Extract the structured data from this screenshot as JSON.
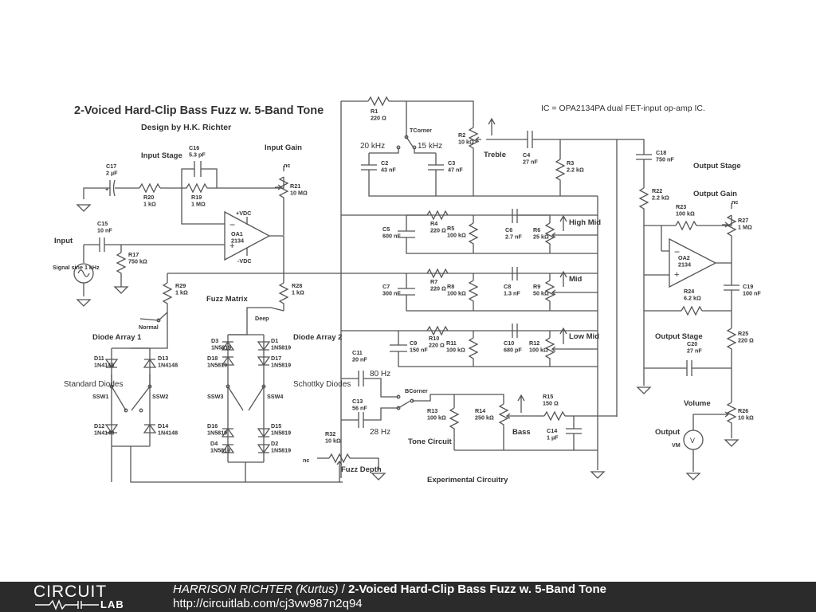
{
  "title": "2-Voiced Hard-Clip Bass Fuzz w. 5-Band Tone",
  "subtitle": "Design by H.K. Richter",
  "ic_note": "IC = OPA2134PA dual FET-input op-amp IC.",
  "sections": {
    "input_stage": "Input Stage",
    "input": "Input",
    "input_gain": "Input Gain",
    "fuzz_matrix": "Fuzz Matrix",
    "normal": "Normal",
    "deep": "Deep",
    "diode_array_1": "Diode Array 1",
    "diode_array_2": "Diode Array 2",
    "standard_diodes": "Standard Diodes",
    "schottky_diodes": "Schottky Diodes",
    "fuzz_depth": "Fuzz Depth",
    "treble": "Treble",
    "tcorner": "TCorner",
    "f20k": "20 kHz",
    "f15k": "15 kHz",
    "high_mid": "High Mid",
    "mid": "Mid",
    "low_mid": "Low Mid",
    "bcorner": "BCorner",
    "f80": "80 Hz",
    "f28": "28 Hz",
    "tone_circuit": "Tone Circuit",
    "bass": "Bass",
    "experimental": "Experimental Circuitry",
    "output_stage": "Output Stage",
    "output_gain": "Output Gain",
    "output_stage2": "Output Stage",
    "volume": "Volume",
    "output": "Output",
    "nc": "nc",
    "pvdc": "+VDC",
    "nvdc": "-VDC",
    "signal": "Signal sine 1 kHz",
    "vm": "VM"
  },
  "components": [
    {
      "ref": "C17",
      "value": "2 µF"
    },
    {
      "ref": "R20",
      "value": "1 kΩ"
    },
    {
      "ref": "C16",
      "value": "5.3 pF"
    },
    {
      "ref": "R19",
      "value": "1 MΩ"
    },
    {
      "ref": "R21",
      "value": "10 MΩ"
    },
    {
      "ref": "C15",
      "value": "10 nF"
    },
    {
      "ref": "R17",
      "value": "750 kΩ"
    },
    {
      "ref": "OA1",
      "value": "2134"
    },
    {
      "ref": "R29",
      "value": "1 kΩ"
    },
    {
      "ref": "R28",
      "value": "1 kΩ"
    },
    {
      "ref": "SSW1",
      "value": ""
    },
    {
      "ref": "SSW2",
      "value": ""
    },
    {
      "ref": "SSW3",
      "value": ""
    },
    {
      "ref": "SSW4",
      "value": ""
    },
    {
      "ref": "D11",
      "value": "1N4148"
    },
    {
      "ref": "D13",
      "value": "1N4148"
    },
    {
      "ref": "D12",
      "value": "1N4148"
    },
    {
      "ref": "D14",
      "value": "1N4148"
    },
    {
      "ref": "D3",
      "value": "1N5819"
    },
    {
      "ref": "D18",
      "value": "1N5819"
    },
    {
      "ref": "D16",
      "value": "1N5819"
    },
    {
      "ref": "D4",
      "value": "1N5819"
    },
    {
      "ref": "D1",
      "value": "1N5819"
    },
    {
      "ref": "D17",
      "value": "1N5819"
    },
    {
      "ref": "D15",
      "value": "1N5819"
    },
    {
      "ref": "D2",
      "value": "1N5819"
    },
    {
      "ref": "R32",
      "value": "10 kΩ"
    },
    {
      "ref": "R1",
      "value": "220 Ω"
    },
    {
      "ref": "C2",
      "value": "43 nF"
    },
    {
      "ref": "C3",
      "value": "47 nF"
    },
    {
      "ref": "R2",
      "value": "10 kΩ"
    },
    {
      "ref": "C4",
      "value": "27 nF"
    },
    {
      "ref": "R3",
      "value": "2.2 kΩ"
    },
    {
      "ref": "C5",
      "value": "600 nF"
    },
    {
      "ref": "R4",
      "value": "220 Ω"
    },
    {
      "ref": "R5",
      "value": "100 kΩ"
    },
    {
      "ref": "C6",
      "value": "2.7 nF"
    },
    {
      "ref": "R6",
      "value": "25 kΩ"
    },
    {
      "ref": "C7",
      "value": "300 nF"
    },
    {
      "ref": "R7",
      "value": "220 Ω"
    },
    {
      "ref": "R8",
      "value": "100 kΩ"
    },
    {
      "ref": "C8",
      "value": "1.3 nF"
    },
    {
      "ref": "R9",
      "value": "50 kΩ"
    },
    {
      "ref": "C9",
      "value": "150 nF"
    },
    {
      "ref": "R10",
      "value": "220 Ω"
    },
    {
      "ref": "R11",
      "value": "100 kΩ"
    },
    {
      "ref": "C10",
      "value": "680 pF"
    },
    {
      "ref": "R12",
      "value": "100 kΩ"
    },
    {
      "ref": "C11",
      "value": "20 nF"
    },
    {
      "ref": "C13",
      "value": "56 nF"
    },
    {
      "ref": "R13",
      "value": "100 kΩ"
    },
    {
      "ref": "R14",
      "value": "250 kΩ"
    },
    {
      "ref": "R15",
      "value": "150 Ω"
    },
    {
      "ref": "C14",
      "value": "1 µF"
    },
    {
      "ref": "C18",
      "value": "750 nF"
    },
    {
      "ref": "R22",
      "value": "2.2 kΩ"
    },
    {
      "ref": "R23",
      "value": "100 kΩ"
    },
    {
      "ref": "R27",
      "value": "1 MΩ"
    },
    {
      "ref": "OA2",
      "value": "2134"
    },
    {
      "ref": "R24",
      "value": "6.2 kΩ"
    },
    {
      "ref": "C19",
      "value": "100 nF"
    },
    {
      "ref": "R25",
      "value": "220 Ω"
    },
    {
      "ref": "C20",
      "value": "27 nF"
    },
    {
      "ref": "R26",
      "value": "10 kΩ"
    }
  ],
  "footer": {
    "logo_top": "CIRCUIT",
    "logo_bottom": "LAB",
    "author": "HARRISON RICHTER (Kurtus)",
    "separator": " / ",
    "title": "2-Voiced Hard-Clip Bass Fuzz w. 5-Band Tone",
    "url": "http://circuitlab.com/cj3vw987n2q94"
  }
}
